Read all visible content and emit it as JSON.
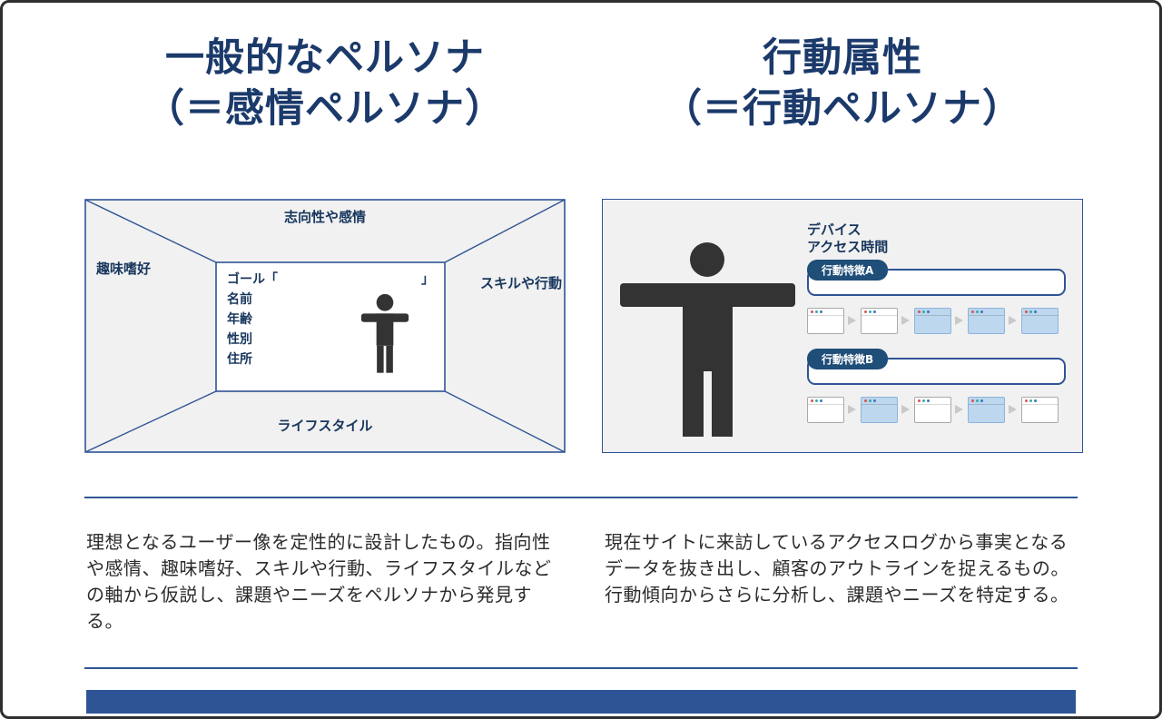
{
  "left": {
    "title_line1": "一般的なペルソナ",
    "title_line2": "（＝感情ペルソナ）",
    "diagram": {
      "top_label": "志向性や感情",
      "left_label": "趣味嗜好",
      "right_label": "スキルや行動",
      "bottom_label": "ライフスタイル",
      "goal_open": "ゴール「",
      "goal_close": "」",
      "attrs": [
        "名前",
        "年齢",
        "性別",
        "住所"
      ]
    },
    "description": "理想となるユーザー像を定性的に設計したもの。指向性や感情、趣味嗜好、スキルや行動、ライフスタイルなどの軸から仮説し、課題やニーズをペルソナから発見する。"
  },
  "right": {
    "title_line1": "行動属性",
    "title_line2": "（＝行動ペルソナ）",
    "diagram": {
      "header_line1": "デバイス",
      "header_line2": "アクセス時間",
      "feature_a_label": "行動特徴A",
      "feature_b_label": "行動特徴B",
      "row_a_highlight": [
        false,
        false,
        true,
        true,
        true
      ],
      "row_b_highlight": [
        false,
        true,
        false,
        true,
        false
      ]
    },
    "description": "現在サイトに来訪しているアクセスログから事実となるデータを抜き出し、顧客のアウトラインを捉えるもの。行動傾向からさらに分析し、課題やニーズを特定する。"
  },
  "colors": {
    "navy_title": "#1b3a6b",
    "navy_line": "#2f5496",
    "pill_navy": "#1f4e79",
    "diagram_bg": "#f1f1f1",
    "person_dark": "#333333",
    "window_highlight": "#bdd7ee",
    "arrow_gray": "#c9c9c9",
    "window_dots": [
      "#e05252",
      "#2ab0a6",
      "#4472c4"
    ]
  }
}
